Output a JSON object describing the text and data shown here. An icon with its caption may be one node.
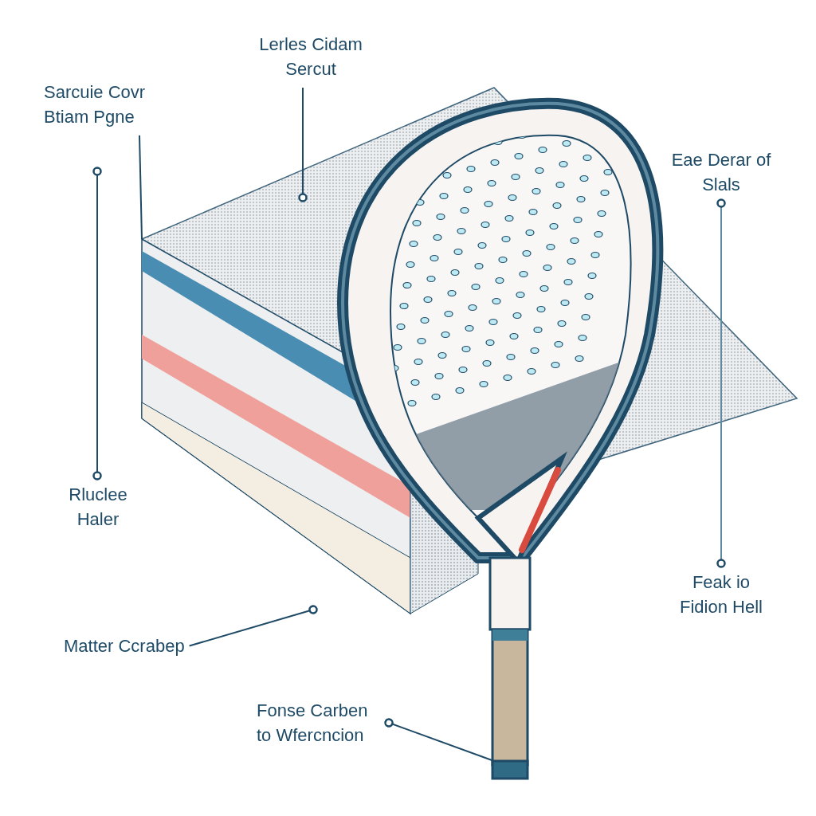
{
  "diagram": {
    "nodes": [
      {
        "text": [
          "Lerles Cidam Sercut"
        ]
      },
      {
        "text": [
          "Sarcuie Covr Btiam Pgne"
        ]
      },
      {
        "text": [
          "Eae Derar of Slals"
        ]
      },
      {
        "text": [
          "Rluclee Haler"
        ]
      },
      {
        "text": [
          "Feak io Fidion Hell"
        ]
      },
      {
        "text": [
          "Matter Ccrabep"
        ]
      },
      {
        "text": [
          "Fonse Carben to Wfercncion"
        ]
      }
    ],
    "edges": [
      {
        "from": 0,
        "to": null,
        "arrow": "other"
      },
      {
        "from": 1,
        "to": null,
        "arrow": "none"
      },
      {
        "from": 3,
        "to": null,
        "arrow": "other"
      },
      {
        "from": 2,
        "to": 4,
        "arrow": "other"
      },
      {
        "from": 5,
        "to": null,
        "arrow": "other"
      },
      {
        "from": 6,
        "to": null,
        "arrow": "other"
      }
    ]
  }
}
